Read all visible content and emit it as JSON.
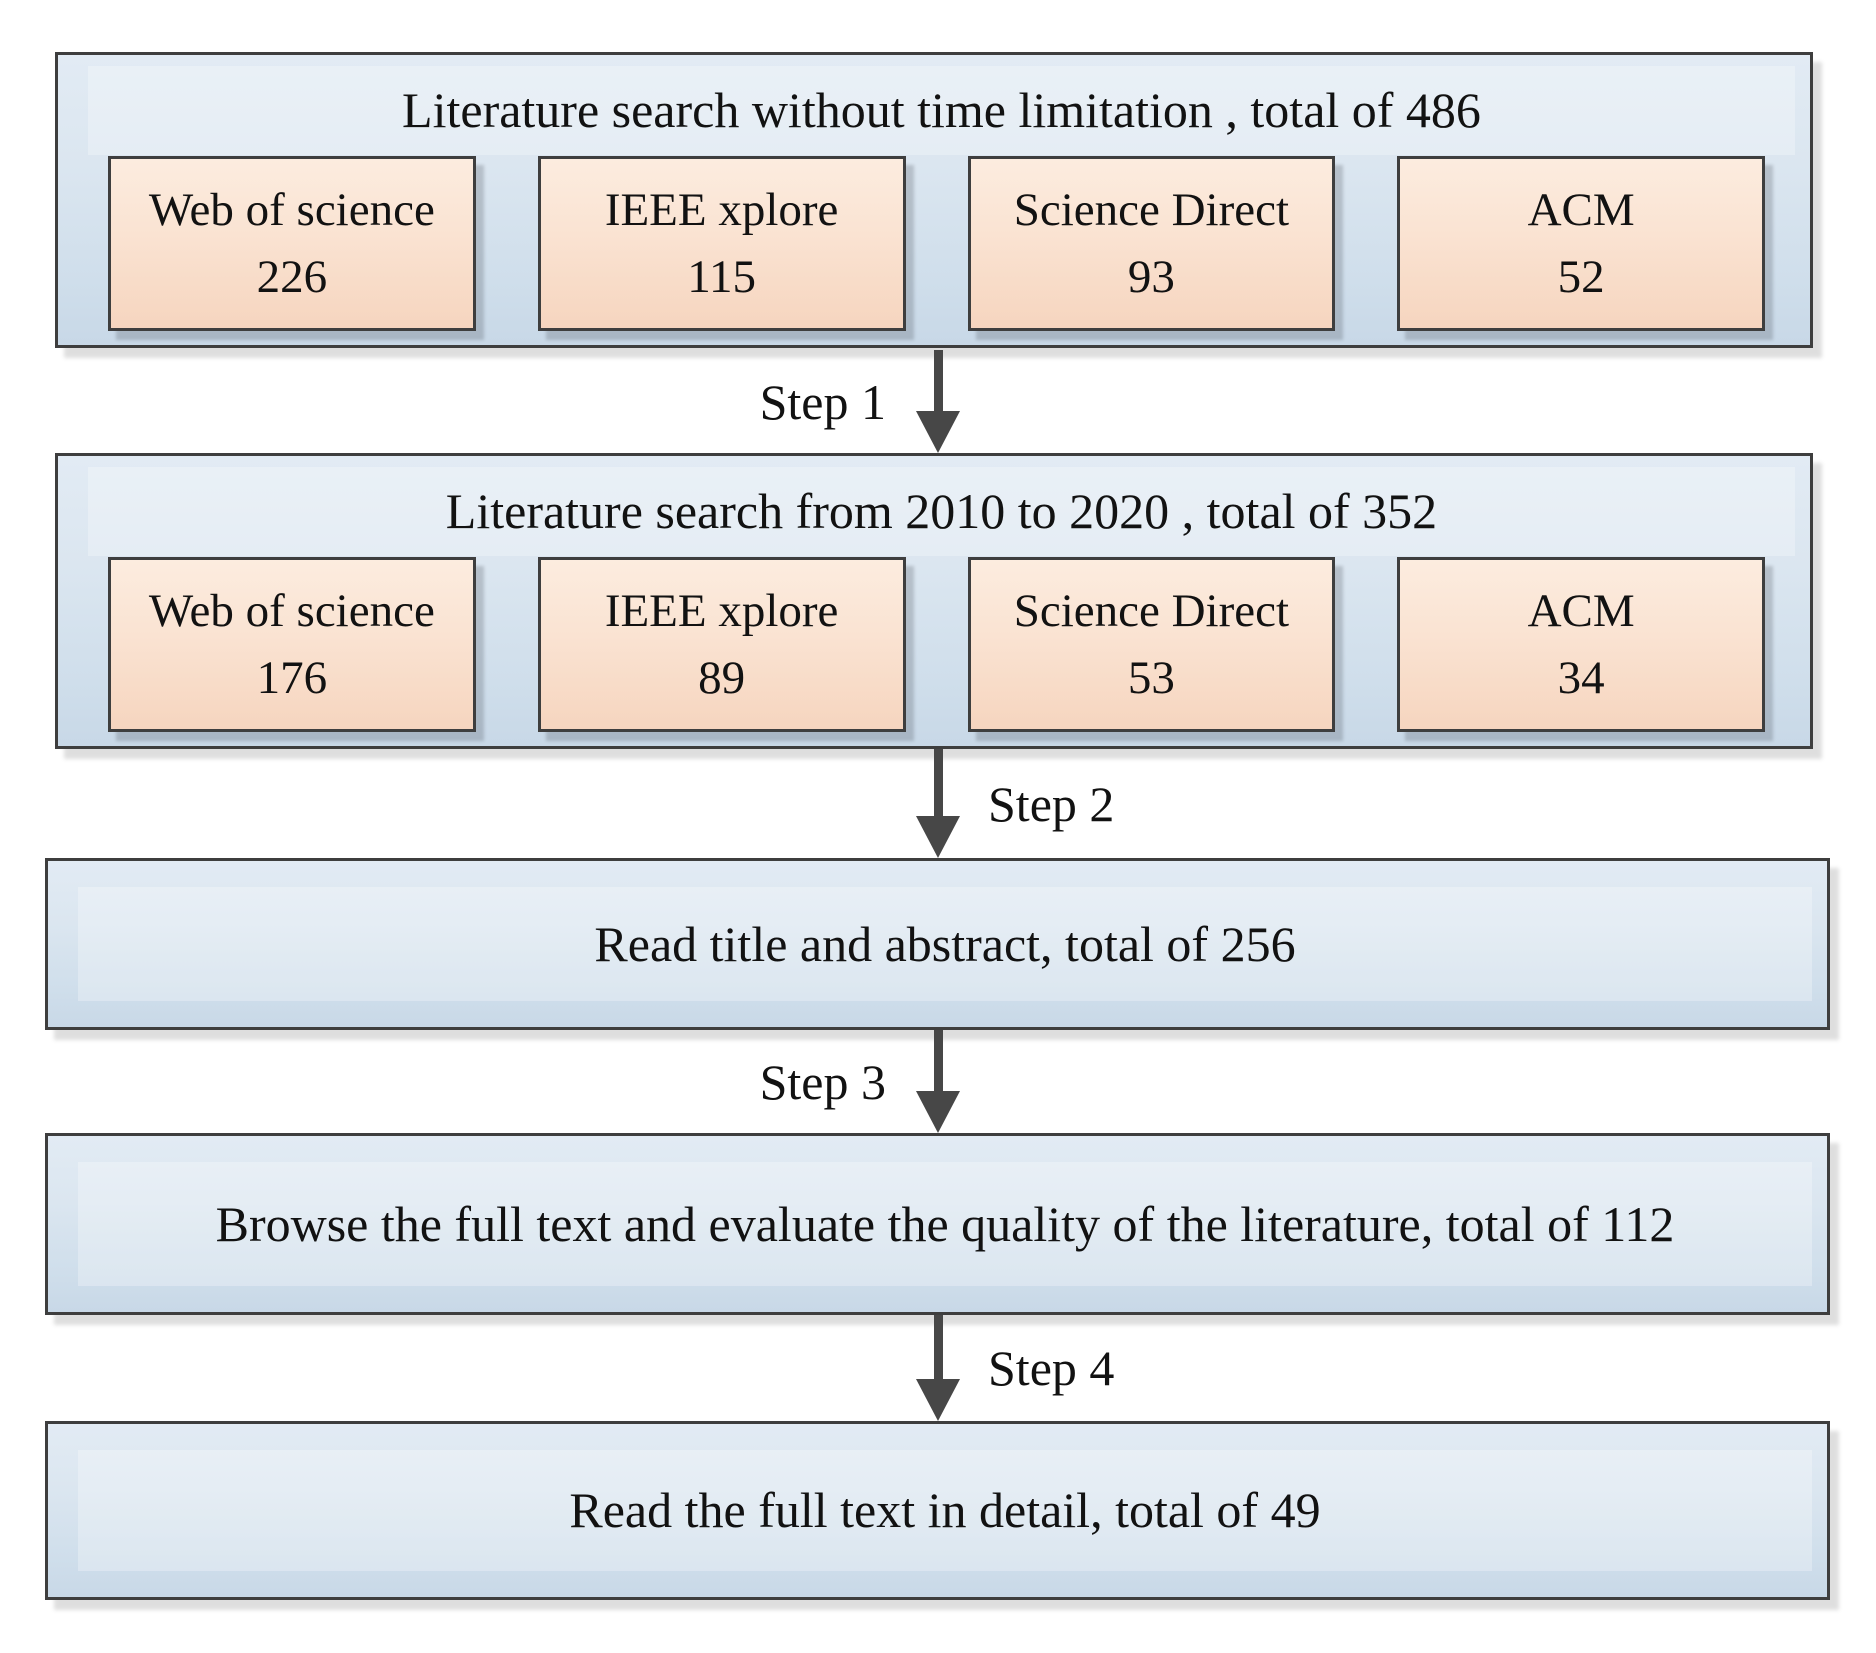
{
  "diagram": {
    "title_hint": "Literature screening flowchart",
    "colors": {
      "stage_fill_top": "#e2ebf4",
      "stage_fill_bottom": "#c8d8e7",
      "source_fill_top": "#fcecdf",
      "source_fill_bottom": "#f6d5bf",
      "border": "#3e3e3e",
      "arrow": "#474747",
      "text": "#121212"
    },
    "stages": [
      {
        "title": "Literature search without time limitation , total of 486",
        "total": 486,
        "sources": [
          {
            "name": "Web of science",
            "count": "226"
          },
          {
            "name": "IEEE xplore",
            "count": "115"
          },
          {
            "name": "Science Direct",
            "count": "93"
          },
          {
            "name": "ACM",
            "count": "52"
          }
        ]
      },
      {
        "title": "Literature search from 2010 to 2020 , total of 352",
        "total": 352,
        "sources": [
          {
            "name": "Web of science",
            "count": "176"
          },
          {
            "name": "IEEE xplore",
            "count": "89"
          },
          {
            "name": "Science Direct",
            "count": "53"
          },
          {
            "name": "ACM",
            "count": "34"
          }
        ]
      },
      {
        "title": "Read title and abstract, total of 256",
        "total": 256
      },
      {
        "title": "Browse the full text and evaluate the quality of the literature, total of 112",
        "total": 112
      },
      {
        "title": "Read the full text in detail, total of 49",
        "total": 49
      }
    ],
    "steps": [
      {
        "label": "Step 1",
        "label_side": "left"
      },
      {
        "label": "Step 2",
        "label_side": "right"
      },
      {
        "label": "Step 3",
        "label_side": "left"
      },
      {
        "label": "Step 4",
        "label_side": "right"
      }
    ]
  }
}
